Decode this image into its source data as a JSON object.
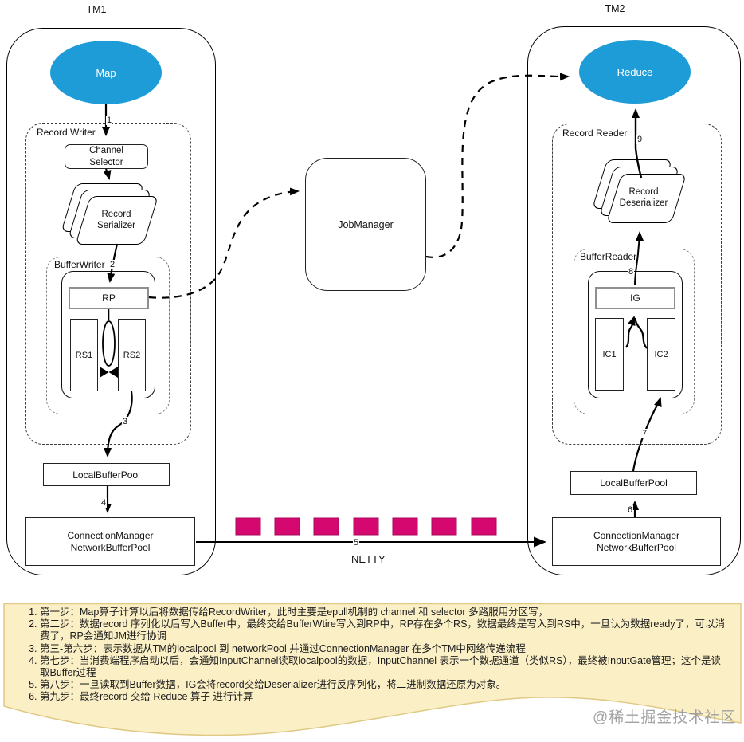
{
  "colors": {
    "operator_blue": "#1e9cd7",
    "buffer_pink": "#d5086f",
    "note_bg": "#fbefc6",
    "note_border": "#e0c985"
  },
  "tm1": {
    "title": "TM1",
    "operator": "Map",
    "record_writer_label": "Record Writer",
    "channel_selector": "Channel Selector",
    "record_serializer": "Record Serializer",
    "buffer_writer_label": "BufferWriter",
    "rp": "RP",
    "rs1": "RS1",
    "rs2": "RS2",
    "local_buffer_pool": "LocalBufferPool",
    "connection_manager_line1": "ConnectionManager",
    "connection_manager_line2": "NetworkBufferPool"
  },
  "tm2": {
    "title": "TM2",
    "operator": "Reduce",
    "record_reader_label": "Record Reader",
    "record_deserializer": "Record Deserializer",
    "buffer_reader_label": "BufferReader",
    "ig": "IG",
    "ic1": "IC1",
    "ic2": "IC2",
    "local_buffer_pool": "LocalBufferPool",
    "connection_manager_line1": "ConnectionManager",
    "connection_manager_line2": "NetworkBufferPool"
  },
  "job_manager": {
    "label": "JobManager"
  },
  "netty": {
    "label": "NETTY"
  },
  "steps": {
    "s1": "1",
    "s2": "2",
    "s3": "3",
    "s4": "4",
    "s5": "5",
    "s6": "6",
    "s7": "7",
    "s8": "8",
    "s9": "9"
  },
  "notes": {
    "items": [
      "第一步：Map算子计算以后将数据传给RecordWriter，此时主要是epull机制的 channel 和 selector 多路服用分区写，",
      "第二步：数据record 序列化以后写入Buffer中，最终交给BufferWtire写入到RP中，RP存在多个RS，数据最终是写入到RS中，一旦认为数据ready了，可以消费了，RP会通知JM进行协调",
      "第三-第六步：表示数据从TM的localpool 到 networkPool 并通过ConnectionManager 在多个TM中网络传递流程",
      "第七步：当消费端程序启动以后，会通知InputChannel读取localpool的数据，InputChannel 表示一个数据通道（类似RS），最终被InputGate管理；这个是读取Buffer过程",
      "第八步：一旦读取到Buffer数据，IG会将record交给Deserializer进行反序列化，将二进制数据还原为对象。",
      "第九步：最终record 交给 Reduce 算子 进行计算"
    ]
  },
  "watermark": "@稀土掘金技术社区"
}
